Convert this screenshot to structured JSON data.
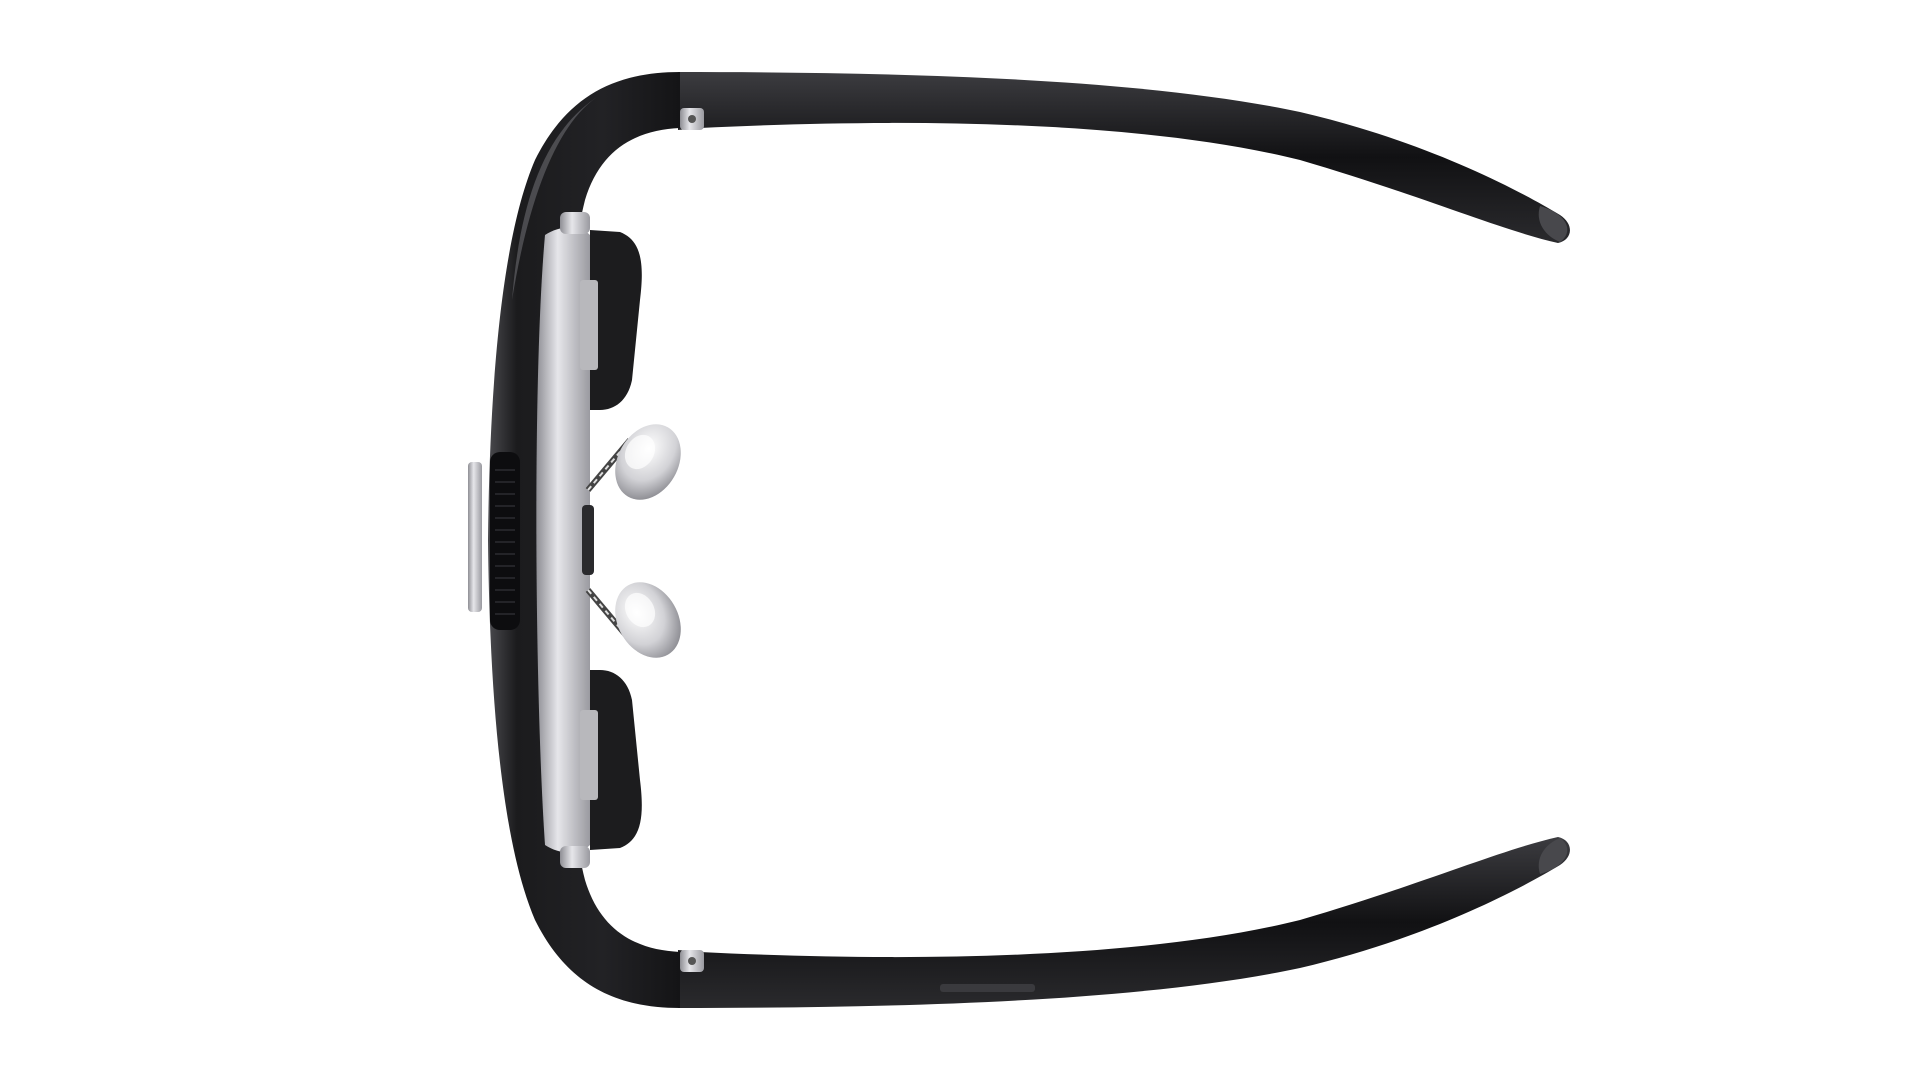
{
  "figure": {
    "subject": "smart-glasses-top-view",
    "background_color": "#ffffff",
    "frame_color": "#1c1c1e",
    "frame_highlight_color": "#5a5a5e",
    "metal_color": "#c8c8cc",
    "dimension_colors": {
      "green": "#21a86b",
      "violet": "#7a5cd6",
      "magenta": "#d04fd8",
      "pink": "#e45aa8",
      "blue": "#4b6fe0",
      "navy": "#1d3f8f"
    },
    "dimension_lines": [
      {
        "kind": "overall-height",
        "style": "solid-gradient"
      },
      {
        "kind": "top-extent",
        "style": "dotted"
      },
      {
        "kind": "bottom-extent",
        "style": "dotted"
      },
      {
        "kind": "temple-length",
        "style": "solid-gradient"
      },
      {
        "kind": "temple-tip-extent",
        "style": "dotted"
      }
    ]
  }
}
